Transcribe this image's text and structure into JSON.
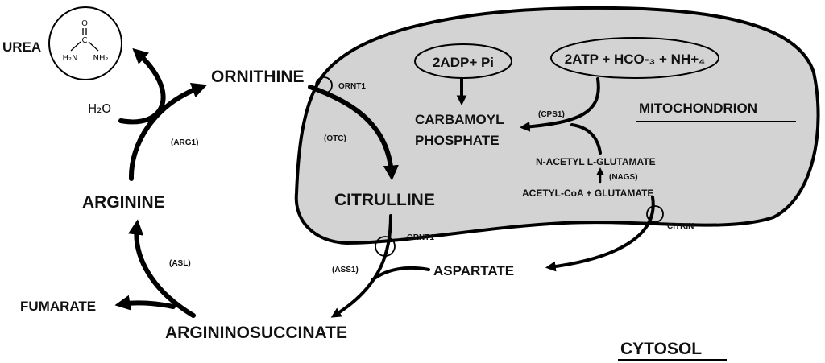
{
  "metabolites": {
    "urea": "UREA",
    "ornithine": "ORNITHINE",
    "arginine": "ARGININE",
    "citrulline": "CITRULLINE",
    "fumarate": "FUMARATE",
    "argininosuccinate": "ARGININOSUCCINATE",
    "aspartate": "ASPARTATE",
    "water": "H₂O",
    "adp": "2ADP+ Pi",
    "atp": "2ATP + HCO-₃ + NH+₄",
    "carbamoyl_1": "CARBAMOYL",
    "carbamoyl_2": "PHOSPHATE",
    "nag": "N-ACETYL  L-GLUTAMATE",
    "acetyl": "ACETYL-CoA + GLUTAMATE"
  },
  "enzymes": {
    "arg1": "(ARG1)",
    "otc": "(OTC)",
    "asl": "(ASL)",
    "ass1": "(ASS1)",
    "cps1": "(CPS1)",
    "nags": "(NAGS)"
  },
  "transporters": {
    "ornt1_top": "ORNT1",
    "ornt1_bottom": "ORNT1",
    "citrin": "CITRIN"
  },
  "compartments": {
    "mitochondrion": "MITOCHONDRION",
    "cytosol": "CYTOSOL"
  },
  "urea_structure": {
    "o": "O",
    "c": "C",
    "nh2_left": "H₂N",
    "nh2_right": "NH₂"
  }
}
